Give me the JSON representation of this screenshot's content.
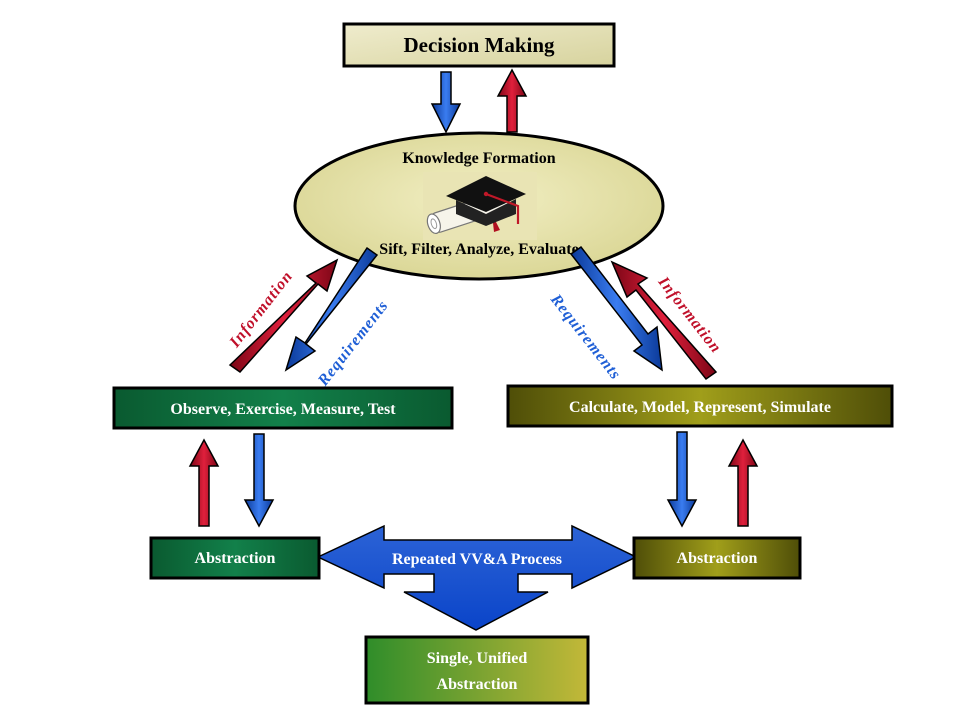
{
  "decision_box": {
    "label": "Decision Making"
  },
  "knowledge": {
    "title": "Knowledge Formation",
    "subtitle": "Sift, Filter, Analyze, Evaluate",
    "icon": "graduation-cap-diploma-icon"
  },
  "left_box": {
    "label": "Observe, Exercise, Measure, Test"
  },
  "right_box": {
    "label": "Calculate, Model, Represent, Simulate"
  },
  "left_abstraction": {
    "label": "Abstraction"
  },
  "right_abstraction": {
    "label": "Abstraction"
  },
  "process": {
    "label": "Repeated VV&A Process"
  },
  "unified": {
    "line1": "Single, Unified",
    "line2": "Abstraction"
  },
  "arrow_labels": {
    "information_left": "Information",
    "requirements_left": "Requirements",
    "requirements_right": "Requirements",
    "information_right": "Information"
  },
  "colors": {
    "info_arrow": "#c0102a",
    "req_arrow": "#1f5fd6",
    "req_text": "#1f5fd6",
    "info_text": "#c0102a",
    "green_box": "#0e6b3a",
    "olive_box": "#7b7a12",
    "ellipse_fill": "#e6e2a6"
  }
}
